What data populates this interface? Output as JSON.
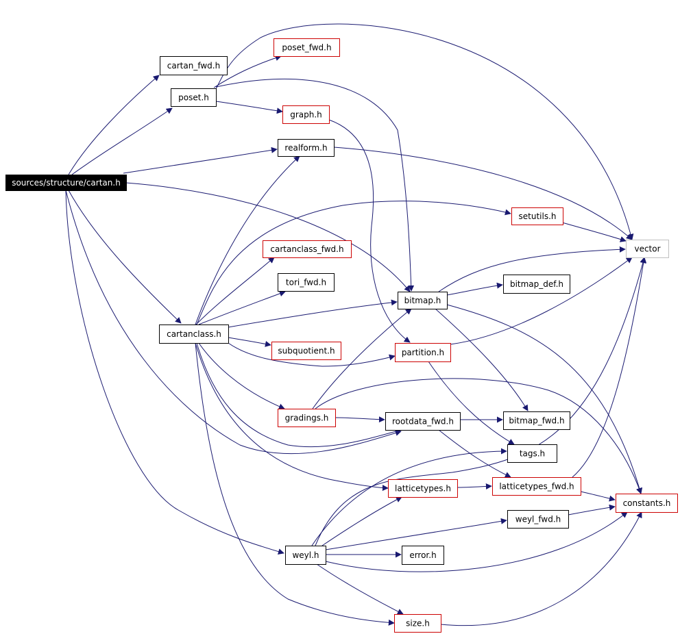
{
  "diagram": {
    "root": "sources/structure/cartan.h",
    "colors": {
      "edge": "#191970",
      "box_black": "#000000",
      "box_red": "#cc0000",
      "box_gray": "#bfbfbf",
      "root_fill": "#000000",
      "root_text": "#ffffff",
      "text": "#000000",
      "background": "#ffffff"
    },
    "nodes": [
      {
        "id": "root",
        "label": "sources/structure/cartan.h",
        "style": "root"
      },
      {
        "id": "cartan_fwd",
        "label": "cartan_fwd.h",
        "style": "black"
      },
      {
        "id": "poset_fwd",
        "label": "poset_fwd.h",
        "style": "red"
      },
      {
        "id": "poset",
        "label": "poset.h",
        "style": "black"
      },
      {
        "id": "graph",
        "label": "graph.h",
        "style": "red"
      },
      {
        "id": "realform",
        "label": "realform.h",
        "style": "black"
      },
      {
        "id": "vector",
        "label": "vector",
        "style": "gray"
      },
      {
        "id": "setutils",
        "label": "setutils.h",
        "style": "red"
      },
      {
        "id": "cartanclass_fwd",
        "label": "cartanclass_fwd.h",
        "style": "red"
      },
      {
        "id": "tori_fwd",
        "label": "tori_fwd.h",
        "style": "black"
      },
      {
        "id": "bitmap",
        "label": "bitmap.h",
        "style": "black"
      },
      {
        "id": "bitmap_def",
        "label": "bitmap_def.h",
        "style": "black"
      },
      {
        "id": "cartanclass",
        "label": "cartanclass.h",
        "style": "black"
      },
      {
        "id": "subquotient",
        "label": "subquotient.h",
        "style": "red"
      },
      {
        "id": "partition",
        "label": "partition.h",
        "style": "red"
      },
      {
        "id": "gradings",
        "label": "gradings.h",
        "style": "red"
      },
      {
        "id": "rootdata_fwd",
        "label": "rootdata_fwd.h",
        "style": "black"
      },
      {
        "id": "bitmap_fwd",
        "label": "bitmap_fwd.h",
        "style": "black"
      },
      {
        "id": "tags",
        "label": "tags.h",
        "style": "black"
      },
      {
        "id": "latticetypes",
        "label": "latticetypes.h",
        "style": "red"
      },
      {
        "id": "latticetypes_fwd",
        "label": "latticetypes_fwd.h",
        "style": "red"
      },
      {
        "id": "constants",
        "label": "constants.h",
        "style": "red"
      },
      {
        "id": "weyl_fwd",
        "label": "weyl_fwd.h",
        "style": "black"
      },
      {
        "id": "weyl",
        "label": "weyl.h",
        "style": "black"
      },
      {
        "id": "error",
        "label": "error.h",
        "style": "black"
      },
      {
        "id": "size",
        "label": "size.h",
        "style": "red"
      }
    ],
    "edges": [
      [
        "root",
        "cartan_fwd"
      ],
      [
        "root",
        "poset"
      ],
      [
        "root",
        "realform"
      ],
      [
        "root",
        "bitmap"
      ],
      [
        "root",
        "cartanclass"
      ],
      [
        "root",
        "rootdata_fwd"
      ],
      [
        "root",
        "weyl"
      ],
      [
        "poset",
        "poset_fwd"
      ],
      [
        "poset",
        "graph"
      ],
      [
        "poset",
        "vector"
      ],
      [
        "poset",
        "bitmap"
      ],
      [
        "graph",
        "partition"
      ],
      [
        "realform",
        "vector"
      ],
      [
        "setutils",
        "vector"
      ],
      [
        "cartanclass",
        "realform"
      ],
      [
        "cartanclass",
        "setutils"
      ],
      [
        "cartanclass",
        "cartanclass_fwd"
      ],
      [
        "cartanclass",
        "tori_fwd"
      ],
      [
        "cartanclass",
        "bitmap"
      ],
      [
        "cartanclass",
        "subquotient"
      ],
      [
        "cartanclass",
        "partition"
      ],
      [
        "cartanclass",
        "gradings"
      ],
      [
        "cartanclass",
        "rootdata_fwd"
      ],
      [
        "cartanclass",
        "latticetypes"
      ],
      [
        "cartanclass",
        "size"
      ],
      [
        "bitmap",
        "vector"
      ],
      [
        "bitmap",
        "bitmap_def"
      ],
      [
        "bitmap",
        "bitmap_fwd"
      ],
      [
        "bitmap",
        "constants"
      ],
      [
        "partition",
        "vector"
      ],
      [
        "partition",
        "tags"
      ],
      [
        "gradings",
        "bitmap"
      ],
      [
        "gradings",
        "rootdata_fwd"
      ],
      [
        "gradings",
        "constants"
      ],
      [
        "rootdata_fwd",
        "bitmap_fwd"
      ],
      [
        "rootdata_fwd",
        "latticetypes_fwd"
      ],
      [
        "latticetypes",
        "latticetypes_fwd"
      ],
      [
        "latticetypes_fwd",
        "vector"
      ],
      [
        "latticetypes_fwd",
        "constants"
      ],
      [
        "weyl_fwd",
        "constants"
      ],
      [
        "weyl",
        "latticetypes"
      ],
      [
        "weyl",
        "weyl_fwd"
      ],
      [
        "weyl",
        "error"
      ],
      [
        "weyl",
        "size"
      ],
      [
        "weyl",
        "tags"
      ],
      [
        "weyl",
        "vector"
      ],
      [
        "weyl",
        "constants"
      ],
      [
        "size",
        "constants"
      ]
    ]
  }
}
